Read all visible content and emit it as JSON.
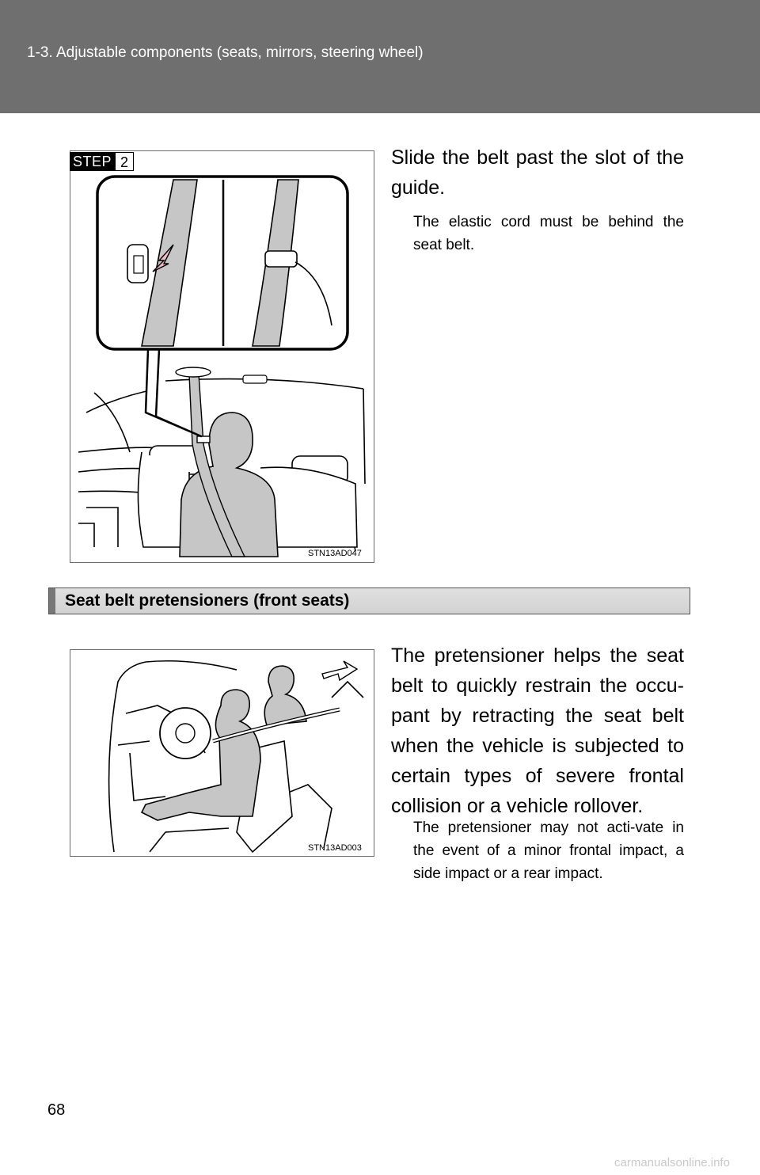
{
  "header": {
    "title": "1-3. Adjustable components (seats, mirrors, steering wheel)"
  },
  "step_figure": {
    "step_label": "STEP",
    "step_number": "2",
    "code": "STN13AD047"
  },
  "step": {
    "instruction": "Slide the belt past the slot of the guide.",
    "note": "The elastic cord must be behind the seat belt."
  },
  "section": {
    "title": "Seat belt pretensioners (front seats)",
    "body": "The pretensioner helps the seat belt to quickly restrain the occu-pant by retracting the seat belt when the vehicle is subjected to certain types of severe frontal collision or a vehicle rollover.",
    "note": "The pretensioner may not acti-vate in the event of a minor frontal impact, a side impact or a rear impact."
  },
  "pretensioner_figure": {
    "code": "STN13AD003"
  },
  "page_number": "68",
  "watermark": "carmanualsonline.info"
}
